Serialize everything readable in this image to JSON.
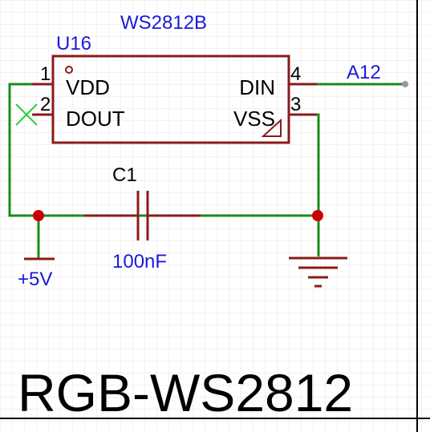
{
  "schematic": {
    "component": {
      "designator": "U16",
      "part": "WS2812B",
      "pins": [
        {
          "number": "1",
          "name": "VDD"
        },
        {
          "number": "2",
          "name": "DOUT"
        },
        {
          "number": "4",
          "name": "DIN"
        },
        {
          "number": "3",
          "name": "VSS"
        }
      ]
    },
    "capacitor": {
      "designator": "C1",
      "value": "100nF"
    },
    "net_labels": {
      "signal": "A12",
      "power": "+5V"
    },
    "sheet_title": "RGB-WS2812",
    "colors": {
      "component": "#8b1a1a",
      "wire": "#1a8c1a",
      "label": "#1a1adb",
      "junction": "#cc0000",
      "grid": "#e6e6e6",
      "no_connect": "#33cc33"
    }
  }
}
